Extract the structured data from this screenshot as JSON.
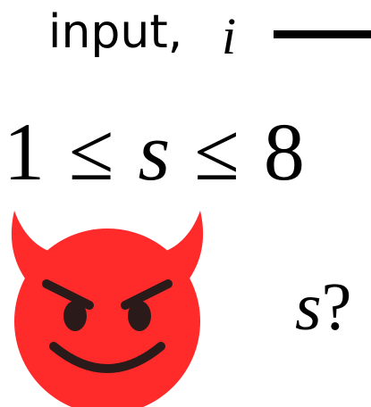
{
  "input_label": {
    "text": "input, ",
    "variable": "i"
  },
  "constraint": {
    "lower": "1",
    "relation_1": "≤",
    "variable": "s",
    "relation_2": "≤",
    "upper": "8"
  },
  "question": {
    "variable": "s",
    "mark": "?"
  },
  "icons": {
    "adversary": "devil-face-icon",
    "connector": "horizontal-line"
  },
  "colors": {
    "devil_face": "#ff2a2a",
    "ink": "#000000",
    "eyes_mouth": "#2a1a1a"
  }
}
